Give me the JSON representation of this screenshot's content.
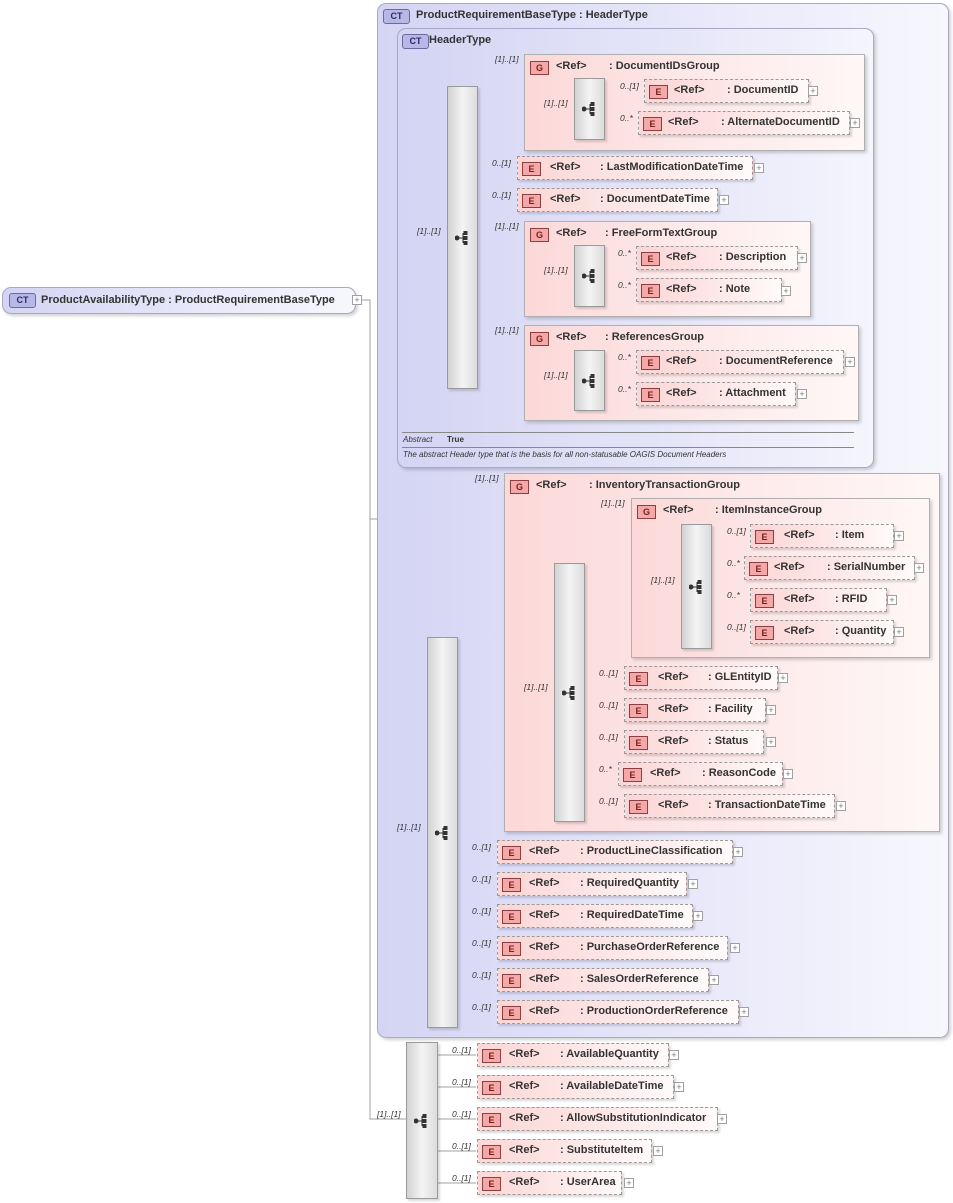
{
  "root": {
    "badge": "CT",
    "title": "ProductAvailabilityType : ProductRequirementBaseType"
  },
  "base_type": {
    "badge": "CT",
    "title": "ProductRequirementBaseType : HeaderType"
  },
  "header_type": {
    "badge": "CT",
    "title": "HeaderType",
    "abstract_label": "Abstract",
    "abstract_value": "True",
    "description": "The abstract Header type that is the basis for all non-statusable OAGIS Document Headers"
  },
  "ref_label": "<Ref>",
  "element_badge": "E",
  "group_badge": "G",
  "plus": "+",
  "groups": {
    "document_ids": {
      "name": ": DocumentIDsGroup",
      "card": "[1]..[1]"
    },
    "free_form_text": {
      "name": ": FreeFormTextGroup",
      "card": "[1]..[1]"
    },
    "references": {
      "name": ": ReferencesGroup",
      "card": "[1]..[1]"
    },
    "inventory_transaction": {
      "name": ": InventoryTransactionGroup",
      "card": "[1]..[1]"
    },
    "item_instance": {
      "name": ": ItemInstanceGroup",
      "card": "[1]..[1]"
    }
  },
  "sequences": {
    "header_seq": "[1]..[1]",
    "docids_seq": "[1]..[1]",
    "freeform_seq": "[1]..[1]",
    "refs_seq": "[1]..[1]",
    "base_seq": "[1]..[1]",
    "inv_seq": "[1]..[1]",
    "item_seq": "[1]..[1]",
    "avail_seq": "[1]..[1]"
  },
  "elements": {
    "document_id": {
      "name": ": DocumentID",
      "card": "0..[1]"
    },
    "alternate_document_id": {
      "name": ": AlternateDocumentID",
      "card": "0..*"
    },
    "last_modification_date_time": {
      "name": ": LastModificationDateTime",
      "card": "0..[1]"
    },
    "document_date_time": {
      "name": ": DocumentDateTime",
      "card": "0..[1]"
    },
    "description": {
      "name": ": Description",
      "card": "0..*"
    },
    "note": {
      "name": ": Note",
      "card": "0..*"
    },
    "document_reference": {
      "name": ": DocumentReference",
      "card": "0..*"
    },
    "attachment": {
      "name": ": Attachment",
      "card": "0..*"
    },
    "item": {
      "name": ": Item",
      "card": "0..[1]"
    },
    "serial_number": {
      "name": ": SerialNumber",
      "card": "0..*"
    },
    "rfid": {
      "name": ": RFID",
      "card": "0..*"
    },
    "quantity": {
      "name": ": Quantity",
      "card": "0..[1]"
    },
    "gl_entity_id": {
      "name": ": GLEntityID",
      "card": "0..[1]"
    },
    "facility": {
      "name": ": Facility",
      "card": "0..[1]"
    },
    "status": {
      "name": ": Status",
      "card": "0..[1]"
    },
    "reason_code": {
      "name": ": ReasonCode",
      "card": "0..*"
    },
    "transaction_date_time": {
      "name": ": TransactionDateTime",
      "card": "0..[1]"
    },
    "product_line_classification": {
      "name": ": ProductLineClassification",
      "card": "0..[1]"
    },
    "required_quantity": {
      "name": ": RequiredQuantity",
      "card": "0..[1]"
    },
    "required_date_time": {
      "name": ": RequiredDateTime",
      "card": "0..[1]"
    },
    "purchase_order_reference": {
      "name": ": PurchaseOrderReference",
      "card": "0..[1]"
    },
    "sales_order_reference": {
      "name": ": SalesOrderReference",
      "card": "0..[1]"
    },
    "production_order_reference": {
      "name": ": ProductionOrderReference",
      "card": "0..[1]"
    },
    "available_quantity": {
      "name": ": AvailableQuantity",
      "card": "0..[1]"
    },
    "available_date_time": {
      "name": ": AvailableDateTime",
      "card": "0..[1]"
    },
    "allow_substitution_indicator": {
      "name": ": AllowSubstitutionIndicator",
      "card": "0..[1]"
    },
    "substitute_item": {
      "name": ": SubstituteItem",
      "card": "0..[1]"
    },
    "user_area": {
      "name": ": UserArea",
      "card": "0..[1]"
    }
  }
}
